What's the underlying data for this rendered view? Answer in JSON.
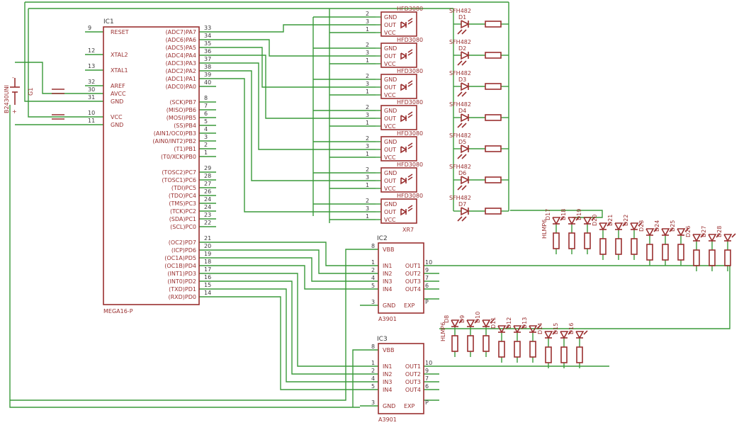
{
  "colors": {
    "wire": "#3a9a3a",
    "component": "#9a3030",
    "text": "#3a3a3a",
    "background": "#ffffff"
  },
  "battery": {
    "name": "G1",
    "value": "B2430UNI",
    "minus": "-",
    "plus": "+"
  },
  "ic1": {
    "name": "IC1",
    "value": "MEGA16-P",
    "left_pins": [
      {
        "label": "RESET",
        "num": "9"
      },
      {
        "label": "XTAL2",
        "num": "12"
      },
      {
        "label": "XTAL1",
        "num": "13"
      },
      {
        "label": "AREF",
        "num": "32"
      },
      {
        "label": "AVCC",
        "num": "30"
      },
      {
        "label": "GND",
        "num": "31"
      },
      {
        "label": "VCC",
        "num": "10"
      },
      {
        "label": "GND",
        "num": "11"
      }
    ],
    "right_pins": [
      {
        "label": "(ADC7)PA7",
        "num": "33"
      },
      {
        "label": "(ADC6)PA6",
        "num": "34"
      },
      {
        "label": "(ADC5)PA5",
        "num": "35"
      },
      {
        "label": "(ADC4)PA4",
        "num": "36"
      },
      {
        "label": "(ADC3)PA3",
        "num": "37"
      },
      {
        "label": "(ADC2)PA2",
        "num": "38"
      },
      {
        "label": "(ADC1)PA1",
        "num": "39"
      },
      {
        "label": "(ADC0)PA0",
        "num": "40"
      },
      {
        "label": "(SCK)PB7",
        "num": "8"
      },
      {
        "label": "(MISO)PB6",
        "num": "7"
      },
      {
        "label": "(MOSI)PB5",
        "num": "6"
      },
      {
        "label": "(SS)PB4",
        "num": "5"
      },
      {
        "label": "(AIN1/OC0)PB3",
        "num": "4"
      },
      {
        "label": "(AIN0/INT2)PB2",
        "num": "3"
      },
      {
        "label": "(T1)PB1",
        "num": "2"
      },
      {
        "label": "(T0/XCK)PB0",
        "num": "1"
      },
      {
        "label": "(TOSC2)PC7",
        "num": "29"
      },
      {
        "label": "(TOSC1)PC6",
        "num": "28"
      },
      {
        "label": "(TDI)PC5",
        "num": "27"
      },
      {
        "label": "(TDO)PC4",
        "num": "26"
      },
      {
        "label": "(TMS)PC3",
        "num": "24"
      },
      {
        "label": "(TCK)PC2",
        "num": "24"
      },
      {
        "label": "(SDA)PC1",
        "num": "23"
      },
      {
        "label": "(SCL)PC0",
        "num": "22"
      },
      {
        "label": "(OC2)PD7",
        "num": "21"
      },
      {
        "label": "(ICP)PD6",
        "num": "20"
      },
      {
        "label": "(OC1A)PD5",
        "num": "19"
      },
      {
        "label": "(OC1B)PD4",
        "num": "18"
      },
      {
        "label": "(INT1)PD3",
        "num": "17"
      },
      {
        "label": "(INT0)PD2",
        "num": "16"
      },
      {
        "label": "(TXD)PD1",
        "num": "15"
      },
      {
        "label": "(RXD)PD0",
        "num": "14"
      }
    ]
  },
  "sensors": {
    "value": "HFD3080",
    "pins": [
      {
        "label": "GND",
        "num": "2"
      },
      {
        "label": "OUT",
        "num": "3"
      },
      {
        "label": "VCC",
        "num": "1"
      }
    ],
    "last_label": "XR7",
    "count": 7
  },
  "emitters": {
    "value": "SFH482",
    "names": [
      "D1",
      "D2",
      "D3",
      "D4",
      "D5",
      "D6",
      "D7"
    ]
  },
  "drivers": [
    {
      "name": "IC2",
      "value": "A3901",
      "vbb": {
        "label": "VBB",
        "num": "8"
      },
      "inputs": [
        {
          "label": "IN1",
          "num": "1"
        },
        {
          "label": "IN2",
          "num": "2"
        },
        {
          "label": "IN3",
          "num": "4"
        },
        {
          "label": "IN4",
          "num": "5"
        }
      ],
      "outputs": [
        {
          "label": "OUT1",
          "num": "10"
        },
        {
          "label": "OUT2",
          "num": "9"
        },
        {
          "label": "OUT3",
          "num": "7"
        },
        {
          "label": "OUT4",
          "num": "6"
        }
      ],
      "gnd": {
        "label": "GND",
        "num": "3"
      },
      "exp": {
        "label": "EXP",
        "num": "P"
      }
    },
    {
      "name": "IC3",
      "value": "A3901",
      "vbb": {
        "label": "VBB",
        "num": "8"
      },
      "inputs": [
        {
          "label": "IN1",
          "num": "1"
        },
        {
          "label": "IN2",
          "num": "2"
        },
        {
          "label": "IN3",
          "num": "4"
        },
        {
          "label": "IN4",
          "num": "5"
        }
      ],
      "outputs": [
        {
          "label": "OUT1",
          "num": "10"
        },
        {
          "label": "OUT2",
          "num": "9"
        },
        {
          "label": "OUT3",
          "num": "7"
        },
        {
          "label": "OUT4",
          "num": "6"
        }
      ],
      "gnd": {
        "label": "GND",
        "num": "3"
      },
      "exp": {
        "label": "EXP",
        "num": "P"
      }
    }
  ],
  "led_bank1": {
    "value": "HLMP6",
    "names": [
      "D17",
      "D18",
      "D19",
      "D20",
      "D21",
      "D22",
      "D23",
      "D24",
      "D25",
      "D26",
      "D27",
      "D28"
    ]
  },
  "led_bank2": {
    "value": "HLMP6",
    "names": [
      "D8",
      "D9",
      "D10",
      "D11",
      "D12",
      "D13",
      "D14",
      "D15",
      "D16"
    ]
  }
}
